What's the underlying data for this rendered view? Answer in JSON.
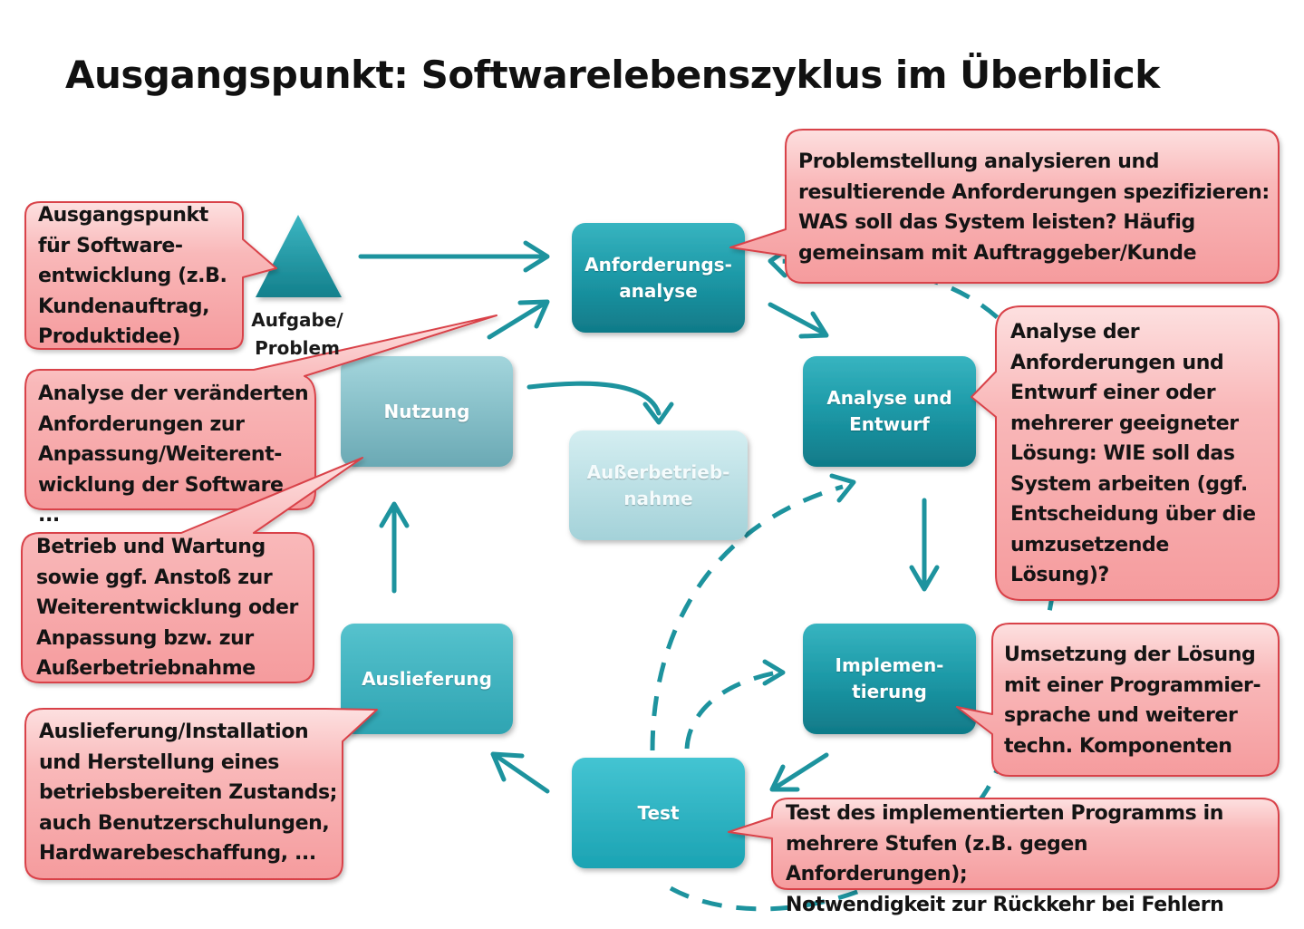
{
  "title": "Ausgangspunkt: Softwarelebenszyklus im Überblick",
  "colors": {
    "node_dark": "#1a93a0",
    "node_light": "#8ec8d1",
    "arrow": "#1d939e",
    "callout_fill": "#f8b4b6",
    "callout_stroke": "#d9434a"
  },
  "start": {
    "icon": "triangle-icon",
    "label_line1": "Aufgabe/",
    "label_line2": "Problem"
  },
  "nodes": {
    "anforderungsanalyse": {
      "line1": "Anforderungs-",
      "line2": "analyse"
    },
    "analyse_entwurf": {
      "line1": "Analyse und",
      "line2": "Entwurf"
    },
    "implementierung": {
      "line1": "Implemen-",
      "line2": "tierung"
    },
    "test": {
      "line1": "Test"
    },
    "auslieferung": {
      "line1": "Auslieferung"
    },
    "nutzung": {
      "line1": "Nutzung"
    },
    "ausserbetriebnahme": {
      "line1": "Außerbetrieb-",
      "line2": "nahme"
    }
  },
  "callouts": {
    "ausgangspunkt": [
      "Ausgangspunkt",
      "für Software-",
      "entwicklung (z.B.",
      "Kundenauftrag,",
      "Produktidee)"
    ],
    "anforderungen": [
      "Problemstellung analysieren und",
      "resultierende Anforderungen spezifizieren:",
      "WAS soll das System leisten? Häufig",
      "gemeinsam mit Auftraggeber/Kunde"
    ],
    "entwurf": [
      "Analyse der",
      "Anforderungen und",
      "Entwurf einer oder",
      "mehrerer geeigneter",
      "Lösung: WIE soll das",
      "System arbeiten (ggf.",
      "Entscheidung über die",
      "umzusetzende",
      "Lösung)?"
    ],
    "weiterentwicklung": [
      "Analyse der veränderten",
      "Anforderungen zur",
      "Anpassung/Weiterent-",
      "wicklung der Software ..."
    ],
    "betrieb": [
      "Betrieb und Wartung",
      "sowie ggf. Anstoß zur",
      "Weiterentwicklung oder",
      "Anpassung bzw. zur",
      "Außerbetriebnahme"
    ],
    "umsetzung": [
      "Umsetzung der Lösung",
      "mit einer Programmier-",
      "sprache und weiterer",
      "techn. Komponenten"
    ],
    "auslieferung": [
      "Auslieferung/Installation",
      "und Herstellung eines",
      "betriebsbereiten Zustands;",
      "auch Benutzerschulungen,",
      "Hardwarebeschaffung, ..."
    ],
    "test": [
      "Test des implementierten Programms in",
      "mehrere Stufen (z.B. gegen Anforderungen);",
      "Notwendigkeit zur Rückkehr bei Fehlern"
    ]
  }
}
